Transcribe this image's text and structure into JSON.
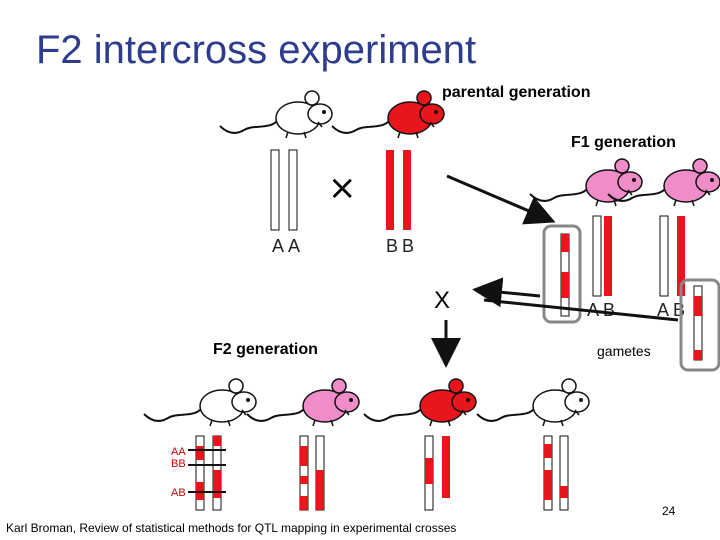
{
  "title": "F2 intercross experiment",
  "labels": {
    "parental": "parental generation",
    "f1": "F1 generation",
    "f2": "F2 generation",
    "gametes": "gametes",
    "cross1": "×",
    "cross2": "X"
  },
  "alleles": {
    "parent1": "AA",
    "parent2": "BB",
    "f1_left": "AB",
    "f1_right": "AB"
  },
  "genotype_labels": {
    "aa": "AA",
    "bb": "BB",
    "ab": "AB"
  },
  "footer": "Karl Broman, Review of statistical methods for QTL mapping in experimental crosses",
  "page_number": "24",
  "colors": {
    "red": "#e8161c",
    "pink": "#f08cc8",
    "white": "#ffffff",
    "title": "#2d3c8c"
  }
}
